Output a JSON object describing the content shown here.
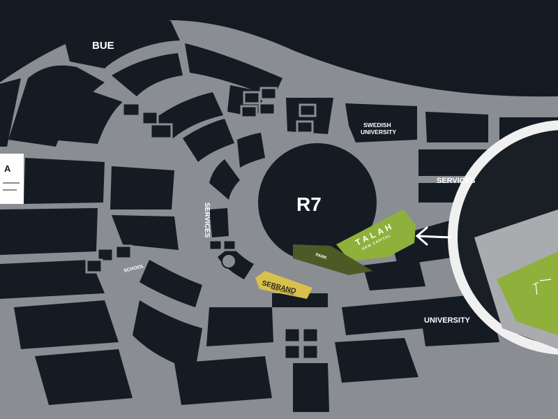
{
  "map": {
    "districts": {
      "bue": "BUE",
      "r7": "R7",
      "swedish_university": [
        "SWEDISH",
        "UNIVERSITY"
      ],
      "services_east": "SERVICES",
      "services_central": "SERVICES",
      "school": "SCHOOL",
      "university": "UNIVERSITY"
    },
    "projects": {
      "talah": {
        "name": "TALAH",
        "subtitle": "NEW CAPITAL",
        "color": "#8fb13c"
      },
      "park": {
        "name": "PARK",
        "color": "#4e5a25"
      },
      "serrano": {
        "name": "SERRANO",
        "subtitle": "NEW CAPITAL",
        "color": "#d8c04e"
      }
    },
    "left_sign": {
      "letter": "A"
    },
    "arrow_icon": "arrow-pointing-to-talah",
    "colors": {
      "background": "#141a22",
      "roads": "#8a8d92",
      "blocks": "#151b23",
      "zoom_ring": "#f0f0f0",
      "zoom_inner": "#8fb13c"
    }
  }
}
